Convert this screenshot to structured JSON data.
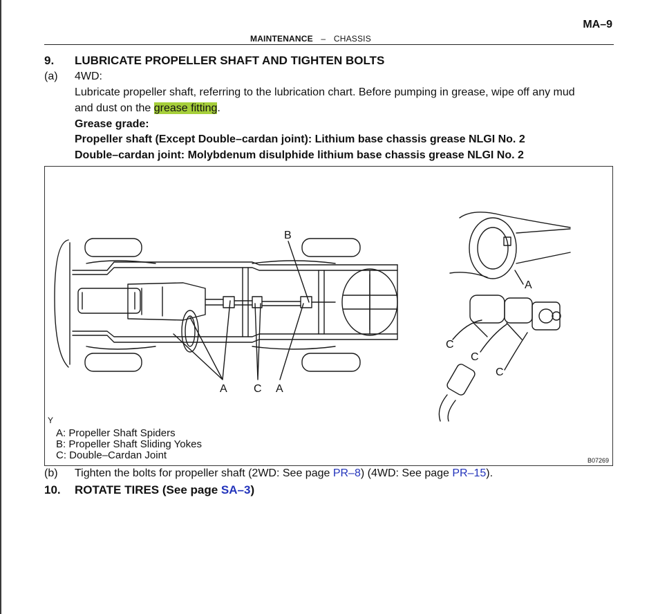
{
  "header": {
    "page_number": "MA–9",
    "section": "MAINTENANCE",
    "separator": "–",
    "subsection": "CHASSIS"
  },
  "step9": {
    "number": "9.",
    "title": "LUBRICATE PROPELLER SHAFT AND TIGHTEN BOLTS",
    "sub_a": {
      "label": "(a)",
      "heading": "4WD:",
      "line1": "Lubricate propeller shaft, referring to the lubrication chart. Before pumping in grease, wipe off any mud",
      "line2_before": "and dust on the ",
      "line2_highlight": "grease fitting",
      "line2_after": ".",
      "grease_grade_label": "Grease grade:",
      "grade1": "Propeller shaft (Except Double–cardan joint): Lithium base chassis grease NLGI No. 2",
      "grade2": "Double–cardan joint: Molybdenum disulphide lithium base chassis grease NLGI No. 2"
    },
    "sub_b": {
      "label": "(b)",
      "text_before": "Tighten the bolts for propeller shaft (2WD: See page ",
      "link1": "PR–8",
      "text_middle": ") (4WD: See page ",
      "link2": "PR–15",
      "text_after": ")."
    }
  },
  "step10": {
    "number": "10.",
    "title_before": "ROTATE TIRES (See page ",
    "link": "SA–3",
    "title_after": ")"
  },
  "figure": {
    "callouts": {
      "a": "A",
      "b": "B",
      "c": "C"
    },
    "corner_mark": "Y",
    "legend": [
      "A: Propeller Shaft Spiders",
      "B: Propeller Shaft Sliding Yokes",
      "C: Double–Cardan Joint"
    ],
    "code": "B07269"
  },
  "colors": {
    "highlight": "#a6cf3a",
    "link": "#2233bb",
    "ink": "#111111"
  }
}
